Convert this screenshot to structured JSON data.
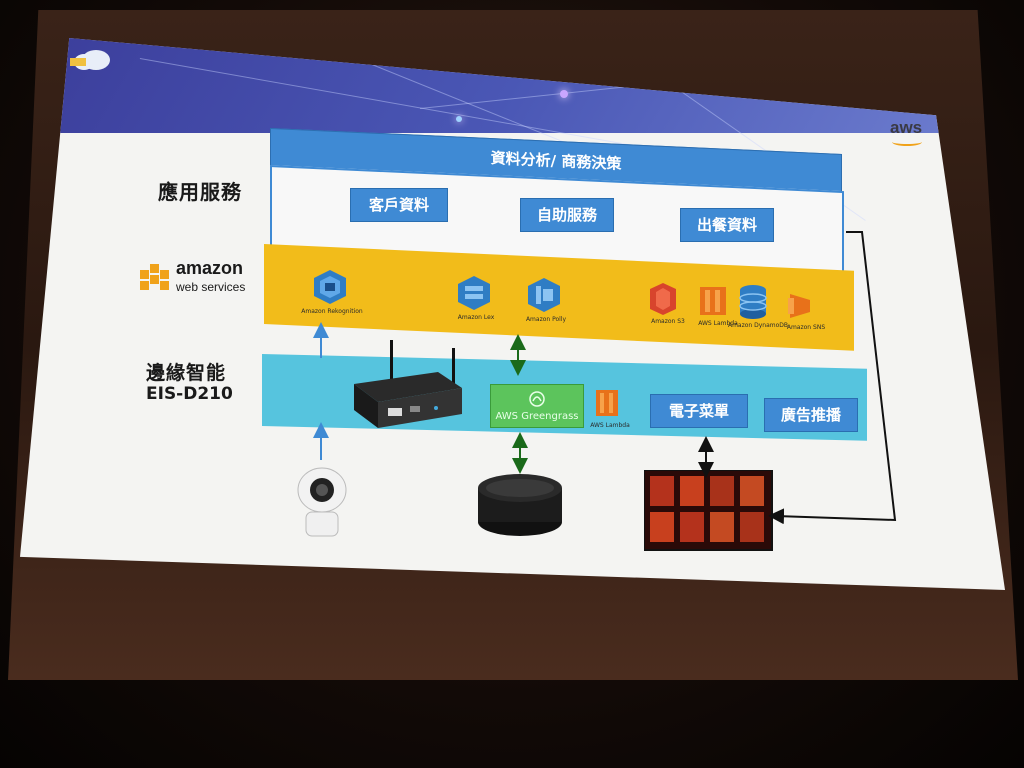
{
  "slide": {
    "brand": "aws",
    "app_services_title": "應用服務",
    "edge_title": "邊緣智能",
    "edge_model": "EIS-D210",
    "aws_logo_word": "amazon",
    "aws_logo_sub": "web services"
  },
  "app_layer": {
    "header": "資料分析/ 商務決策",
    "boxes": [
      "客戶資料",
      "自助服務",
      "出餐資料"
    ]
  },
  "aws_layer": {
    "services": [
      {
        "caption": "Amazon Rekognition",
        "icon": "rekognition-icon"
      },
      {
        "caption": "Amazon Lex",
        "icon": "lex-icon"
      },
      {
        "caption": "Amazon Polly",
        "icon": "polly-icon"
      },
      {
        "caption": "Amazon S3",
        "icon": "s3-icon"
      },
      {
        "caption": "AWS Lambda",
        "icon": "lambda-icon"
      },
      {
        "caption": "Amazon DynamoDB",
        "icon": "dynamodb-icon"
      },
      {
        "caption": "Amazon SNS",
        "icon": "sns-icon"
      }
    ]
  },
  "edge_layer": {
    "greengrass_label": "AWS Greengrass",
    "lambda_caption": "AWS Lambda",
    "buttons": [
      "電子菜單",
      "廣告推播"
    ]
  },
  "colors": {
    "blue": "#3f8ad4",
    "gold": "#f2bc1a",
    "cyan": "#56c4de",
    "green": "#5cc45c",
    "orange": "#e8711a"
  }
}
